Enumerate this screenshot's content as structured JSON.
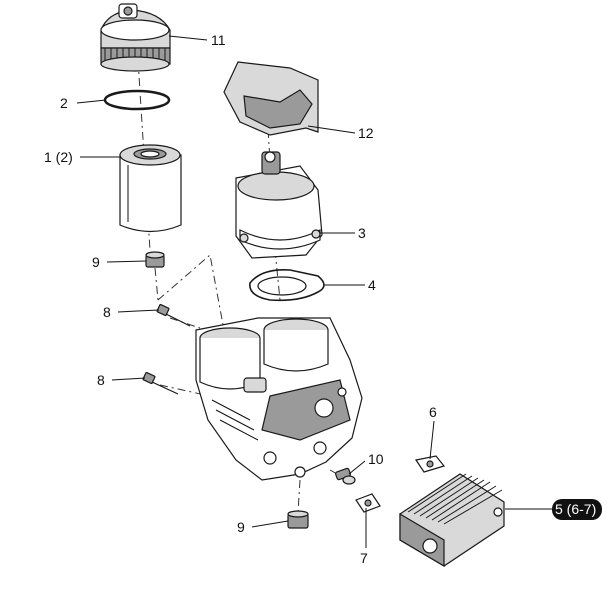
{
  "labels": {
    "filter_element": "1 (2)",
    "o_ring": "2",
    "housing": "3",
    "gasket": "4",
    "oil_cooler": "5 (6-7)",
    "gasket_6": "6",
    "gasket_7": "7",
    "bolt_upper": "8",
    "bolt_lower": "8",
    "plug_upper": "9",
    "plug_lower": "9",
    "fitting": "10",
    "filter_cap": "11",
    "heat_shield": "12"
  },
  "colors": {
    "line": "#1a1a1a",
    "light_fill": "#d9d9d9",
    "dark_fill": "#9a9a9a",
    "badge": "#111111",
    "badge_text": "#ffffff"
  }
}
